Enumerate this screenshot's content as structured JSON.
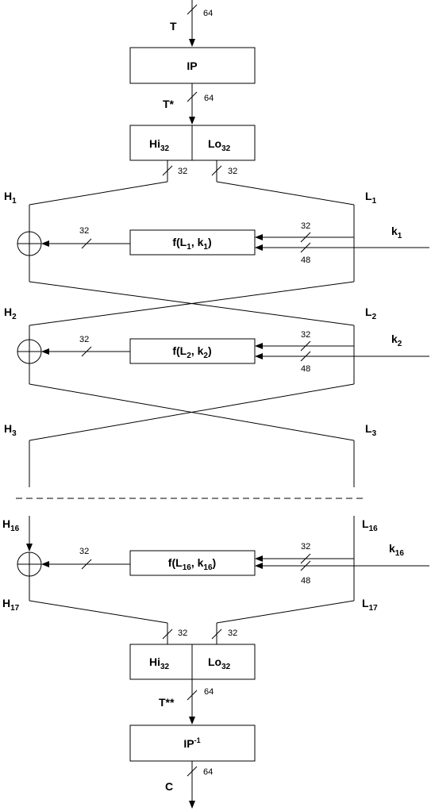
{
  "diagram": {
    "input": "T",
    "initial_permutation": "IP",
    "permuted_input": "T*",
    "split": {
      "hi": {
        "base": "Hi",
        "sub": "32"
      },
      "lo": {
        "base": "Lo",
        "sub": "32"
      }
    },
    "width_64": "64",
    "width_32": "32",
    "width_48": "48",
    "rounds": [
      {
        "h_in": {
          "base": "H",
          "sub": "1"
        },
        "l_in": {
          "base": "L",
          "sub": "1"
        },
        "f": {
          "pre": "f(L",
          "sub1": "1",
          "mid": ", k",
          "sub2": "1",
          "post": ")"
        },
        "key": {
          "base": "k",
          "sub": "1"
        }
      },
      {
        "h_in": {
          "base": "H",
          "sub": "2"
        },
        "l_in": {
          "base": "L",
          "sub": "2"
        },
        "f": {
          "pre": "f(L",
          "sub1": "2",
          "mid": ", k",
          "sub2": "2",
          "post": ")"
        },
        "key": {
          "base": "k",
          "sub": "2"
        }
      },
      {
        "h_in": {
          "base": "H",
          "sub": "16"
        },
        "l_in": {
          "base": "L",
          "sub": "16"
        },
        "f": {
          "pre": "f(L",
          "sub1": "16",
          "mid": ", k",
          "sub2": "16",
          "post": ")"
        },
        "key": {
          "base": "k",
          "sub": "16"
        }
      }
    ],
    "h3": {
      "base": "H",
      "sub": "3"
    },
    "l3": {
      "base": "L",
      "sub": "3"
    },
    "h17": {
      "base": "H",
      "sub": "17"
    },
    "l17": {
      "base": "L",
      "sub": "17"
    },
    "preoutput": "T**",
    "inverse_permutation": {
      "base": "IP",
      "sup": "-1"
    },
    "output": "C"
  }
}
